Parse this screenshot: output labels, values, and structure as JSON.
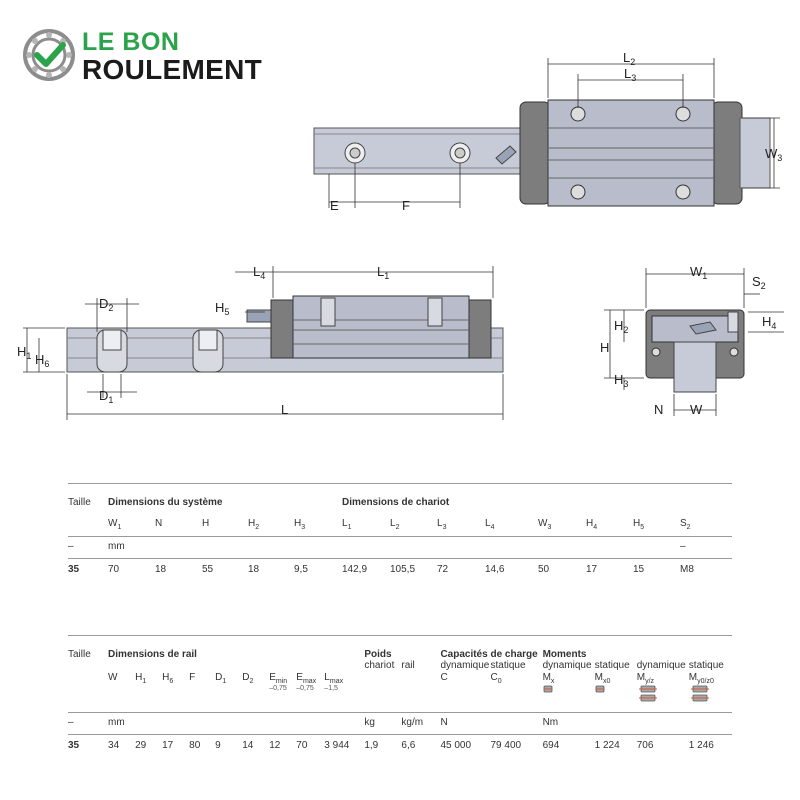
{
  "brand": {
    "line1": "LE BON",
    "line2": "ROULEMENT",
    "colors": {
      "green": "#2aa34a",
      "dark": "#1b1b1b"
    }
  },
  "diagram_labels": {
    "L2": "L",
    "L2_sub": "2",
    "L3": "L",
    "L3_sub": "3",
    "W3": "W",
    "W3_sub": "3",
    "E": "E",
    "F": "F",
    "L4": "L",
    "L4_sub": "4",
    "L1": "L",
    "L1_sub": "1",
    "D2": "D",
    "D2_sub": "2",
    "H5": "H",
    "H5_sub": "5",
    "H1": "H",
    "H1_sub": "1",
    "H6": "H",
    "H6_sub": "6",
    "D1": "D",
    "D1_sub": "1",
    "L": "L",
    "W1": "W",
    "W1_sub": "1",
    "S2": "S",
    "S2_sub": "2",
    "H2": "H",
    "H2_sub": "2",
    "H4": "H",
    "H4_sub": "4",
    "H": "H",
    "H3": "H",
    "H3_sub": "3",
    "N": "N",
    "W": "W"
  },
  "table1": {
    "col_taille": "Taille",
    "group_system": "Dimensions du système",
    "group_chariot": "Dimensions de chariot",
    "headers": [
      {
        "b": "W",
        "s": "1"
      },
      {
        "b": "N",
        "s": ""
      },
      {
        "b": "H",
        "s": ""
      },
      {
        "b": "H",
        "s": "2"
      },
      {
        "b": "H",
        "s": "3"
      },
      {
        "b": "L",
        "s": "1"
      },
      {
        "b": "L",
        "s": "2"
      },
      {
        "b": "L",
        "s": "3"
      },
      {
        "b": "L",
        "s": "4"
      },
      {
        "b": "W",
        "s": "3"
      },
      {
        "b": "H",
        "s": "4"
      },
      {
        "b": "H",
        "s": "5"
      },
      {
        "b": "S",
        "s": "2"
      }
    ],
    "unit_taille": "–",
    "unit_mm": "mm",
    "unit_s2": "–",
    "row": {
      "taille": "35",
      "values": [
        "70",
        "18",
        "55",
        "18",
        "9,5",
        "142,9",
        "105,5",
        "72",
        "14,6",
        "50",
        "17",
        "15",
        "M8"
      ]
    }
  },
  "table2": {
    "col_taille": "Taille",
    "group_rail": "Dimensions de rail",
    "group_poids": "Poids",
    "poids_chariot": "chariot",
    "poids_rail": "rail",
    "group_charge": "Capacités de charge",
    "charge_dyn": "dynamique",
    "charge_stat": "statique",
    "charge_C": "C",
    "charge_C0": "C",
    "charge_C0_sub": "0",
    "group_moments": "Moments",
    "m_dyn1": "dynamique",
    "m_stat1": "statique",
    "m_dyn2": "dynamique",
    "m_stat2": "statique",
    "m_Mx": "M",
    "m_Mx_sub": "x",
    "m_Mx0": "M",
    "m_Mx0_sub": "x0",
    "m_Myz": "M",
    "m_Myz_sub": "y/z",
    "m_Myz0": "M",
    "m_Myz0_sub": "y0/z0",
    "headers": [
      {
        "b": "W",
        "s": "",
        "n": ""
      },
      {
        "b": "H",
        "s": "1",
        "n": ""
      },
      {
        "b": "H",
        "s": "6",
        "n": ""
      },
      {
        "b": "F",
        "s": "",
        "n": ""
      },
      {
        "b": "D",
        "s": "1",
        "n": ""
      },
      {
        "b": "D",
        "s": "2",
        "n": ""
      },
      {
        "b": "E",
        "s": "min",
        "n": "–0,75"
      },
      {
        "b": "E",
        "s": "max",
        "n": "–0,75"
      },
      {
        "b": "L",
        "s": "max",
        "n": "–1,5"
      }
    ],
    "unit_taille": "–",
    "unit_mm": "mm",
    "unit_kg": "kg",
    "unit_kgm": "kg/m",
    "unit_N": "N",
    "unit_Nm": "Nm",
    "row": {
      "taille": "35",
      "rail": [
        "34",
        "29",
        "17",
        "80",
        "9",
        "14",
        "12",
        "70",
        "3 944"
      ],
      "poids_chariot": "1,9",
      "poids_rail": "6,6",
      "C": "45 000",
      "C0": "79 400",
      "Mx": "694",
      "Mx0": "1 224",
      "Myz": "706",
      "Myz0": "1 246"
    }
  }
}
